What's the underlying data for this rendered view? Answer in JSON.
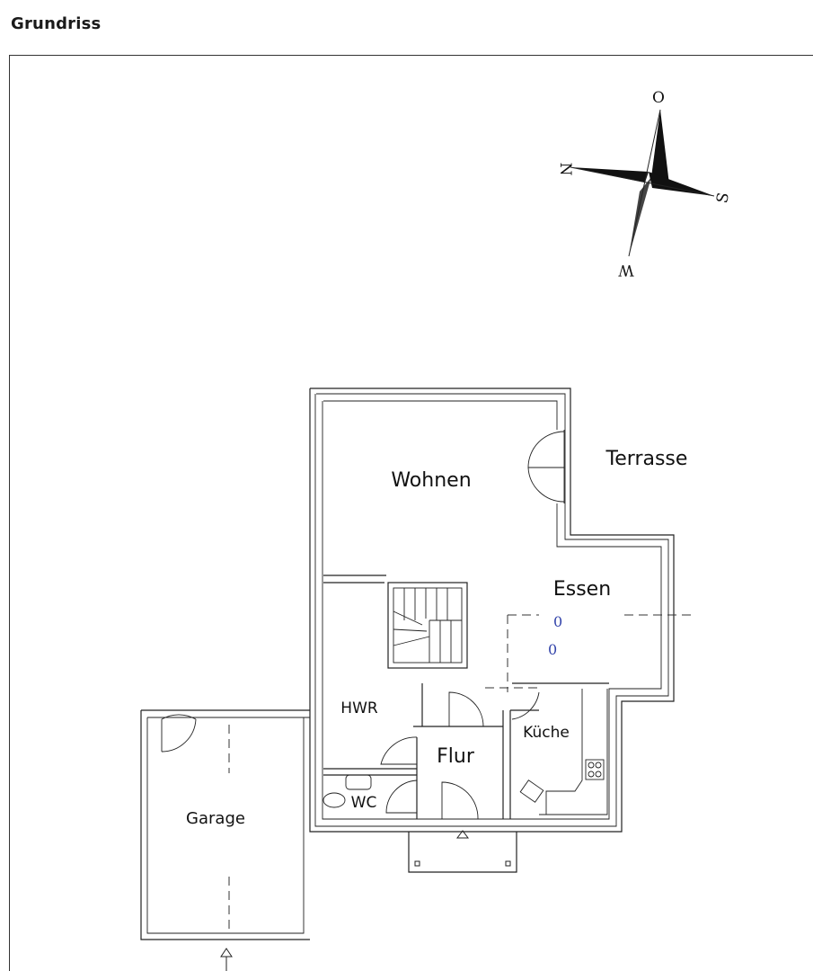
{
  "header": {
    "title": "Grundriss"
  },
  "compass": {
    "north": "N",
    "east": "O",
    "south": "S",
    "west": "W"
  },
  "rooms": {
    "wohnen": "Wohnen",
    "terrasse": "Terrasse",
    "essen": "Essen",
    "hwr": "HWR",
    "kueche": "Küche",
    "flur": "Flur",
    "wc": "WC",
    "garage": "Garage"
  }
}
